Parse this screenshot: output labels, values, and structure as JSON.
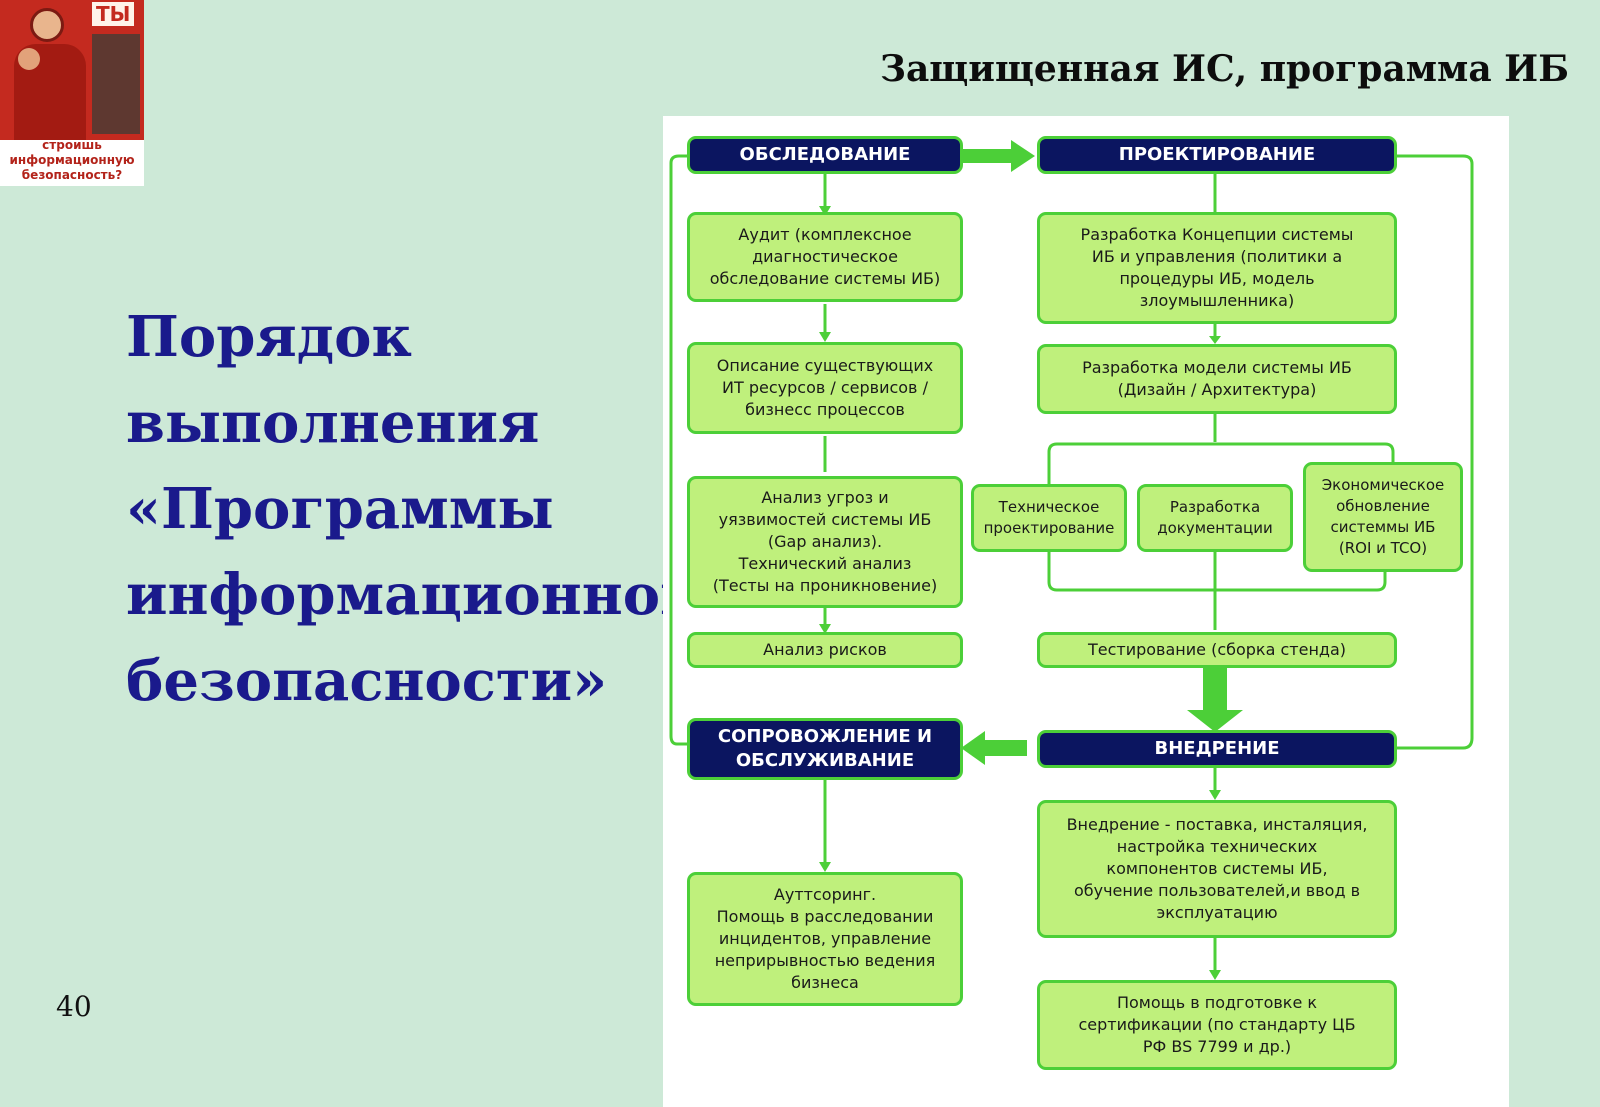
{
  "header": {
    "slide_title": "Защищенная ИС, программа ИБ"
  },
  "poster": {
    "word": "ТЫ",
    "caption": "строишь\nинформационную\nбезопасность?"
  },
  "heading": {
    "lines": [
      "Порядок",
      "выполнения",
      "«Программы",
      "информационной",
      "безопасности»"
    ]
  },
  "page_number": "40",
  "diagram": {
    "phases": {
      "survey": "ОБСЛЕДОВАНИЕ",
      "design": "ПРОЕКТИРОВАНИЕ",
      "support": "СОПРОВОЖЛЕНИЕ И\nОБСЛУЖИВАНИЕ",
      "deployment": "ВНЕДРЕНИЕ"
    },
    "survey_steps": [
      "Аудит (комплексное\nдиагностическое\nобследование системы ИБ)",
      "Описание существующих\nИТ ресурсов / сервисов /\nбизнесс процессов",
      "Анализ угроз и\nуязвимостей системы ИБ\n(Gap анализ).\nТехнический анализ\n(Тесты на проникновение)",
      "Анализ рисков"
    ],
    "design_steps": [
      "Разработка Концепции системы\nИБ и управления (политики а\nпроцедуры ИБ, модель\nзлоумышленника)",
      "Разработка модели системы ИБ\n(Дизайн / Архитектура)"
    ],
    "design_branches": [
      "Техническое\nпроектирование",
      "Разработка\nдокументации",
      "Экономическое\nобновление\nсистеммы ИБ\n(ROI и TCO)"
    ],
    "testing": "Тестирование (сборка стенда)",
    "deployment_steps": [
      "Внедрение - поставка, инсталяция,\nнастройка технических\nкомпонентов системы ИБ,\nобучение пользователей,и ввод в\nэксплуатацию",
      "Помощь в подготовке к\nсертификации (по стандарту ЦБ\nРФ BS 7799 и др.)"
    ],
    "support_steps": [
      "Ауттсоринг.\nПомощь в расследовании\nинцидентов, управление\nнеприрывностью ведения\nбизнеса"
    ]
  },
  "colors": {
    "background": "#cde9d7",
    "heading_blue": "#1a1a8c",
    "box_fill": "#bff07c",
    "box_border": "#4ccf38",
    "phase_fill": "#0b1560",
    "arrow_green": "#4ccf38"
  }
}
